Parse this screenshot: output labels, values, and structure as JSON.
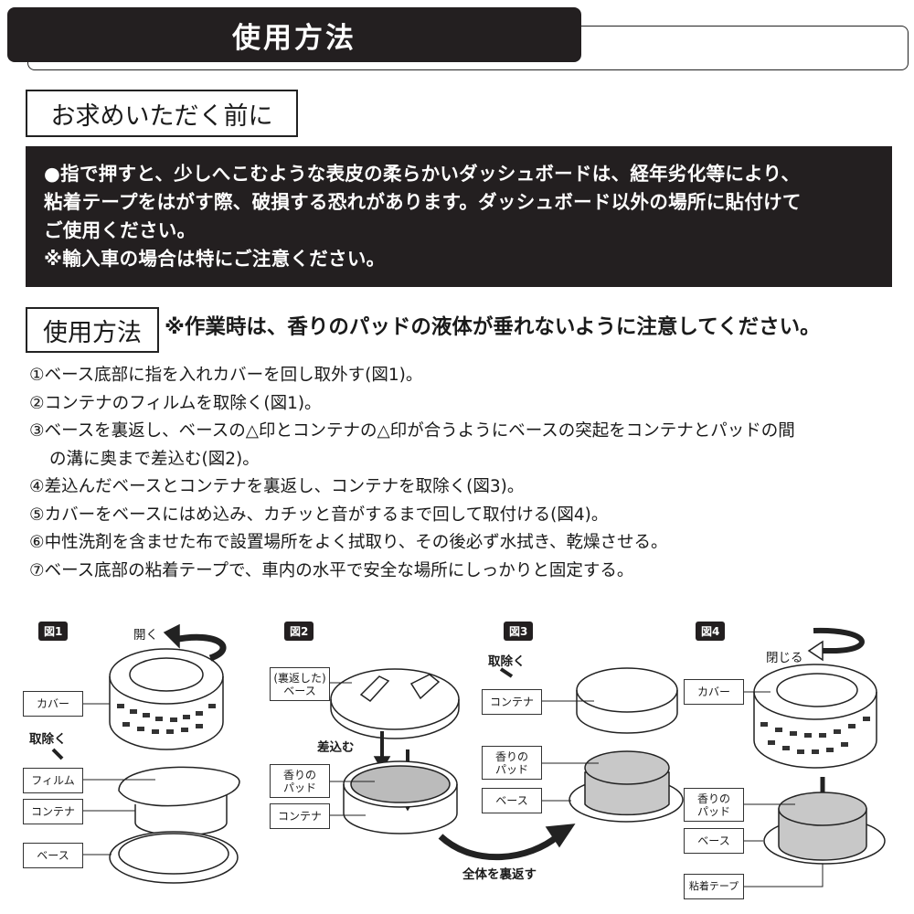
{
  "header": {
    "title": "使用方法"
  },
  "before_purchase": {
    "title": "お求めいただく前に",
    "lines": [
      "●指で押すと、少しへこむような表皮の柔らかいダッシュボードは、経年劣化等により、",
      "粘着テープをはがす際、破損する恐れがあります。ダッシュボード以外の場所に貼付けて",
      "ご使用ください。",
      "※輸入車の場合は特にご注意ください。"
    ]
  },
  "usage": {
    "title": "使用方法",
    "caution": "※作業時は、香りのパッドの液体が垂れないように注意してください。",
    "steps": [
      "①ベース底部に指を入れカバーを回し取外す(図1)。",
      "②コンテナのフィルムを取除く(図1)。",
      "③ベースを裏返し、ベースの△印とコンテナの△印が合うようにベースの突起をコンテナとパッドの間",
      "の溝に奥まで差込む(図2)。",
      "④差込んだベースとコンテナを裏返し、コンテナを取除く(図3)。",
      "⑤カバーをベースにはめ込み、カチッと音がするまで回して取付ける(図4)。",
      "⑥中性洗剤を含ませた布で設置場所をよく拭取り、その後必ず水拭き、乾燥させる。",
      "⑦ベース底部の粘着テープで、車内の水平で安全な場所にしっかりと固定する。"
    ]
  },
  "figures": {
    "fig1": {
      "tag": "図1",
      "open": "開く",
      "remove": "取除く",
      "labels": [
        "カバー",
        "フィルム",
        "コンテナ",
        "ベース"
      ]
    },
    "fig2": {
      "tag": "図2",
      "insert": "差込む",
      "labels": [
        "(裏返した)",
        "ベース",
        "香りの",
        "パッド",
        "コンテナ"
      ],
      "flip": "全体を裏返す"
    },
    "fig3": {
      "tag": "図3",
      "remove": "取除く",
      "labels": [
        "コンテナ",
        "香りの",
        "パッド",
        "ベース"
      ]
    },
    "fig4": {
      "tag": "図4",
      "close": "閉じる",
      "labels": [
        "カバー",
        "香りの",
        "パッド",
        "ベース",
        "粘着テープ"
      ]
    }
  }
}
